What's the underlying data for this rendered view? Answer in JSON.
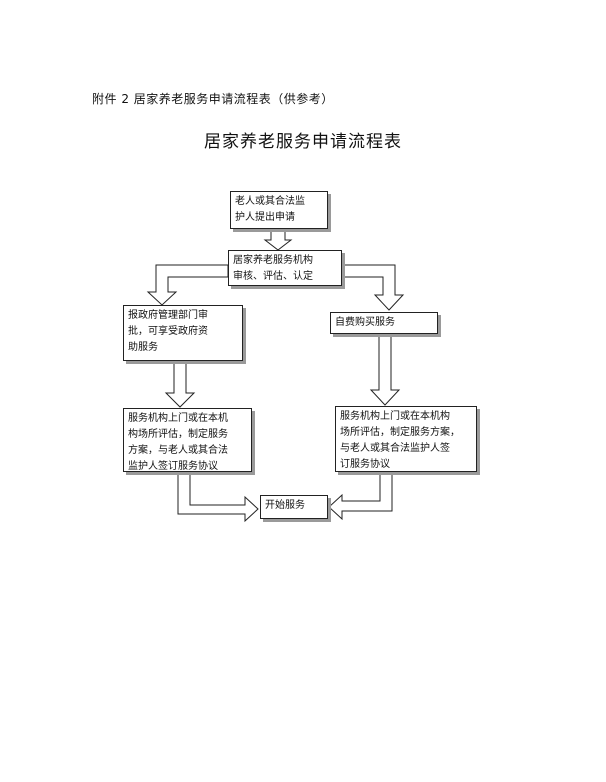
{
  "attachment_title": "附件 2 居家养老服务申请流程表（供参考）",
  "diagram_title": "居家养老服务申请流程表",
  "boxes": {
    "apply": "老人或其合法监\n护人提出申请",
    "review": "居家养老服务机构\n审核、评估、认定",
    "gov_approval": "报政府管理部门审\n批，可享受政府资\n助服务",
    "self_pay": "自费购买服务",
    "assess_gov": "服务机构上门或在本机\n构场所评估，制定服务\n方案，与老人或其合法\n监护人签订服务协议",
    "assess_self": "服务机构上门或在本机构\n场所评估，制定服务方案，\n与老人或其合法监护人签\n订服务协议",
    "start": "开始服务"
  }
}
